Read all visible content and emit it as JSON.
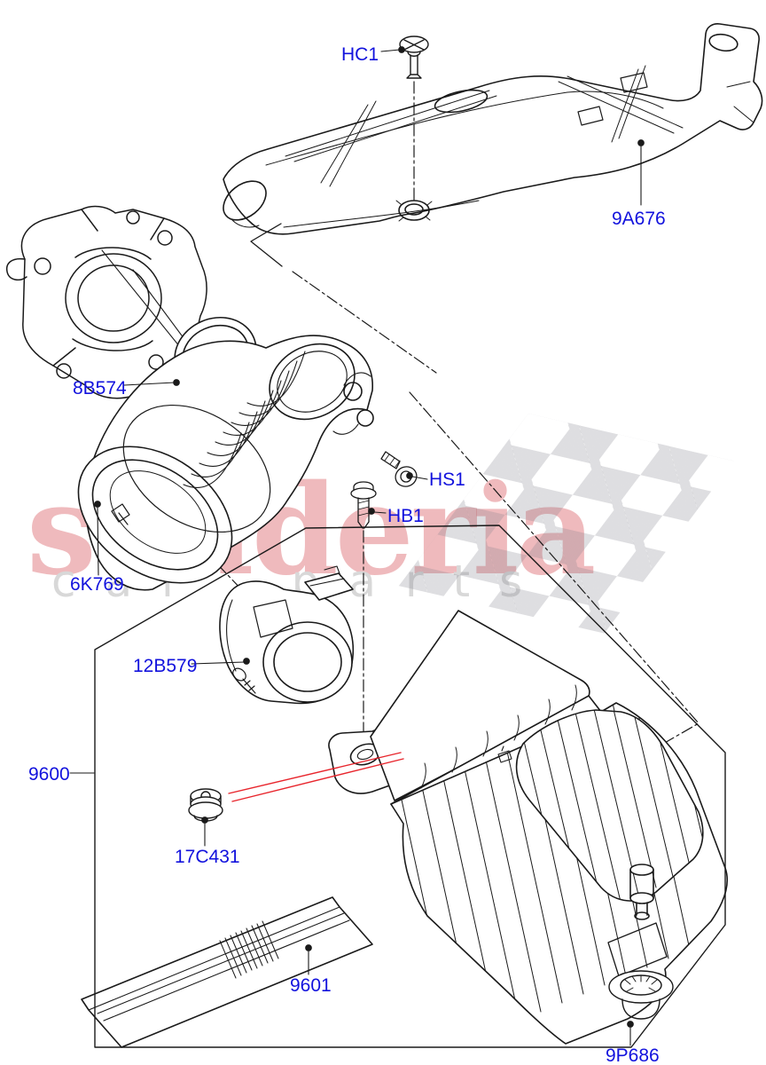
{
  "watermark": {
    "brand_text": "scuderia",
    "brand_color": "rgba(205,45,55,0.33)",
    "sub_text": "car parts",
    "sub_color": "#d8d8d8",
    "checker_color": "rgba(125,125,135,0.25)"
  },
  "diagram": {
    "label_color": "#1212dd",
    "line_color": "#1a1a1a",
    "ghost_color": "#b3b3b3",
    "red_leader_color": "#e8262d",
    "labels": {
      "hc1": "HC1",
      "duct": "9A676",
      "clamp": "8B574",
      "hs1": "HS1",
      "hb1": "HB1",
      "hose": "6K769",
      "maf": "12B579",
      "assembly": "9600",
      "mount": "17C431",
      "filter": "9601",
      "grommet": "9P686"
    }
  }
}
